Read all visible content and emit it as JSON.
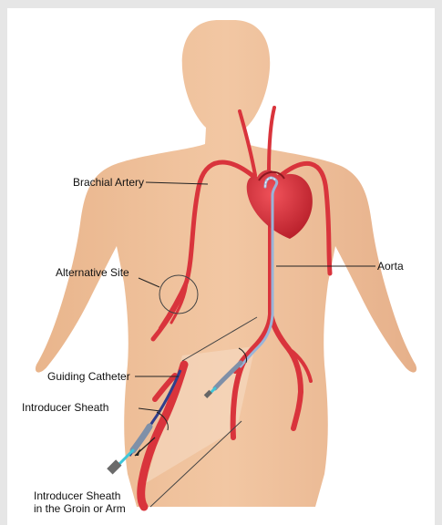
{
  "labels": {
    "brachial_artery": "Brachial Artery",
    "aorta": "Aorta",
    "alternative_site": "Alternative Site",
    "guiding_catheter": "Guiding Catheter",
    "introducer_sheath": "Introducer Sheath",
    "introducer_sheath_site_line1": "Introducer Sheath",
    "introducer_sheath_site_line2": "in the Groin or Arm"
  },
  "colors": {
    "background": "#e6e6e6",
    "panel": "#ffffff",
    "skin": "#f0c29c",
    "artery": "#d9343c",
    "catheter": "#9ab4d8",
    "sheath_tip": "#3fc6d8"
  }
}
